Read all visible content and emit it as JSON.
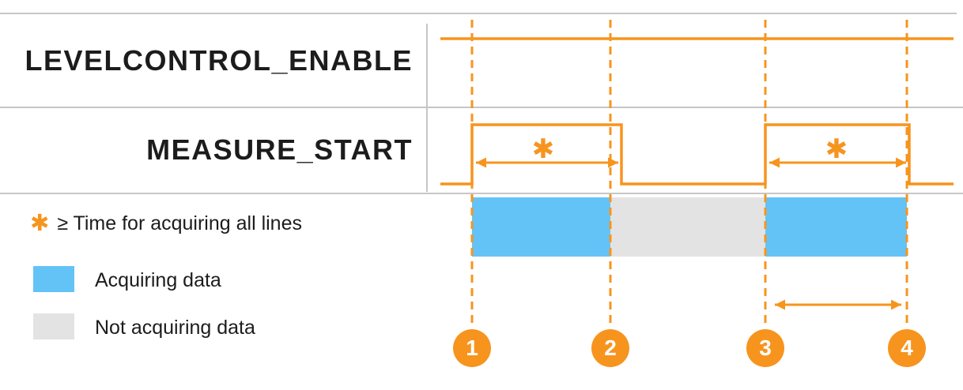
{
  "colors": {
    "accent": "#F7941E",
    "acquiring": "#64C3F6",
    "not_acquiring": "#E3E3E3",
    "divider": "#C6C6C6",
    "text": "#1C1C1C"
  },
  "rows": [
    {
      "label": "LEVELCONTROL_ENABLE"
    },
    {
      "label": "MEASURE_START"
    }
  ],
  "annotation": {
    "asterisk": "✱",
    "note_text": "≥ Time for acquiring all lines"
  },
  "legend": [
    {
      "label": "Acquiring data"
    },
    {
      "label": "Not acquiring data"
    }
  ],
  "markers": [
    {
      "label": "1"
    },
    {
      "label": "2"
    },
    {
      "label": "3"
    },
    {
      "label": "4"
    }
  ]
}
